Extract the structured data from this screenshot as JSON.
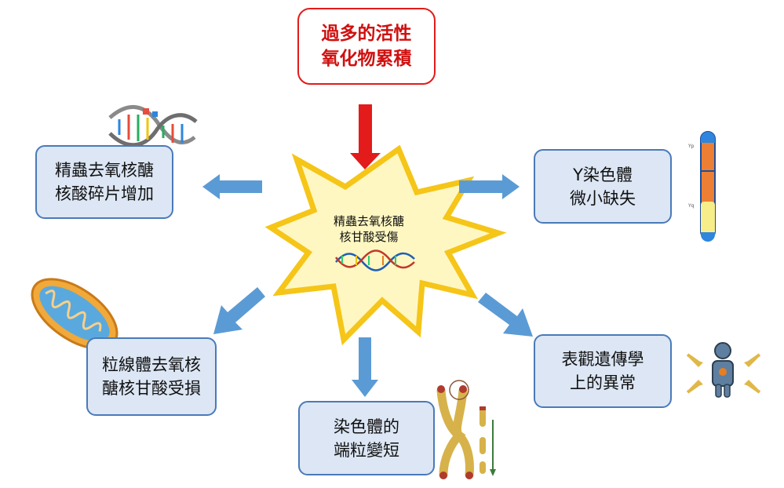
{
  "nodes": {
    "top": {
      "line1": "過多的活性",
      "line2": "氧化物累積"
    },
    "center": {
      "line1": "精蟲去氧核醣",
      "line2": "核甘酸受傷"
    },
    "left_upper": {
      "line1": "精蟲去氧核醣",
      "line2": "核酸碎片增加"
    },
    "right_upper": {
      "line1": "Y染色體",
      "line2": "微小缺失"
    },
    "left_lower": {
      "line1": "粒線體去氧核",
      "line2": "醣核甘酸受損"
    },
    "bottom": {
      "line1": "染色體的",
      "line2": "端粒變短"
    },
    "right_lower": {
      "line1": "表觀遺傳學",
      "line2": "上的異常"
    }
  },
  "colors": {
    "box_fill": "#dce6f4",
    "box_border": "#4a7ab8",
    "top_border": "#e31b1b",
    "top_text": "#d01010",
    "arrow_blue": "#5b9bd5",
    "arrow_red": "#e31b1b",
    "star_fill": "#fff7c2",
    "star_stroke": "#f5c518"
  }
}
